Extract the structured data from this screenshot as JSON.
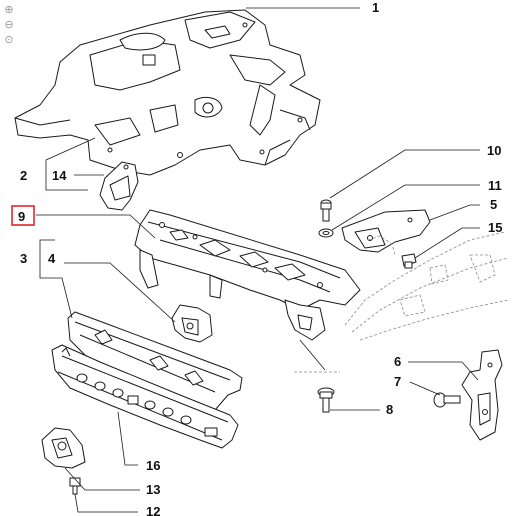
{
  "callouts": {
    "c1": "1",
    "c2": "2",
    "c3": "3",
    "c4": "4",
    "c5": "5",
    "c6": "6",
    "c7": "7",
    "c8": "8",
    "c9": "9",
    "c10": "10",
    "c11": "11",
    "c12": "12",
    "c13": "13",
    "c14": "14",
    "c15": "15",
    "c16": "16"
  },
  "highlight": {
    "callout": "9",
    "color": "#e0262e"
  },
  "colors": {
    "line": "#1a1a1a",
    "part_fill": "#ffffff",
    "ghost": "#8a8a8a"
  },
  "icons": [
    "zoom-in-icon",
    "zoom-out-icon",
    "zoom-reset-icon"
  ]
}
